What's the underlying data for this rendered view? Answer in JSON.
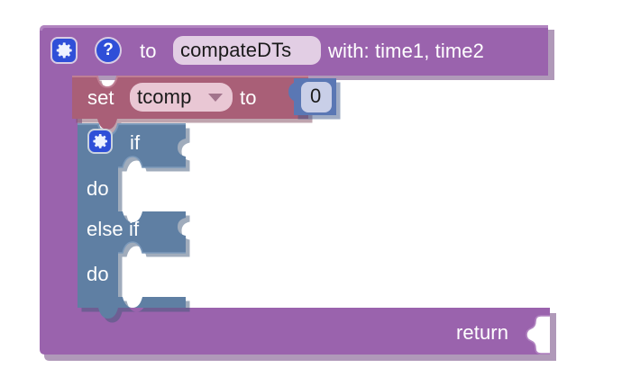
{
  "app": {
    "kind": "blockly-visual-code-editor",
    "background": "#ffffff"
  },
  "colors": {
    "procedure_purple": "#9a63ad",
    "procedure_purple_dark": "#7d4f90",
    "set_variable_rose": "#a95f77",
    "set_variable_field": "#e9c7d4",
    "control_slate": "#5f7fa3",
    "control_slate_dark": "#4e6b8c",
    "number_block_blue": "#5a77b4",
    "number_field": "#c9cfe8",
    "icon_blue": "#2f4fd8",
    "text_light": "#ffffff",
    "text_dark": "#1a1a1a"
  },
  "procedure_block": {
    "gear_icon": "gear-icon",
    "help_icon": "question-mark-icon",
    "to_label": "to",
    "name_value": "compateDTs",
    "with_label": "with: time1, time2",
    "return_label": "return"
  },
  "set_block": {
    "set_label": "set",
    "variable_value": "tcomp",
    "dropdown_icon": "chevron-down-icon",
    "to_label": "to",
    "number_value": "0"
  },
  "if_block": {
    "gear_icon": "gear-icon",
    "rows": [
      {
        "label": "if"
      },
      {
        "label": "do"
      },
      {
        "label": "else if"
      },
      {
        "label": "do"
      }
    ],
    "if_label": "if",
    "do_label_1": "do",
    "else_if_label": "else if",
    "do_label_2": "do"
  }
}
